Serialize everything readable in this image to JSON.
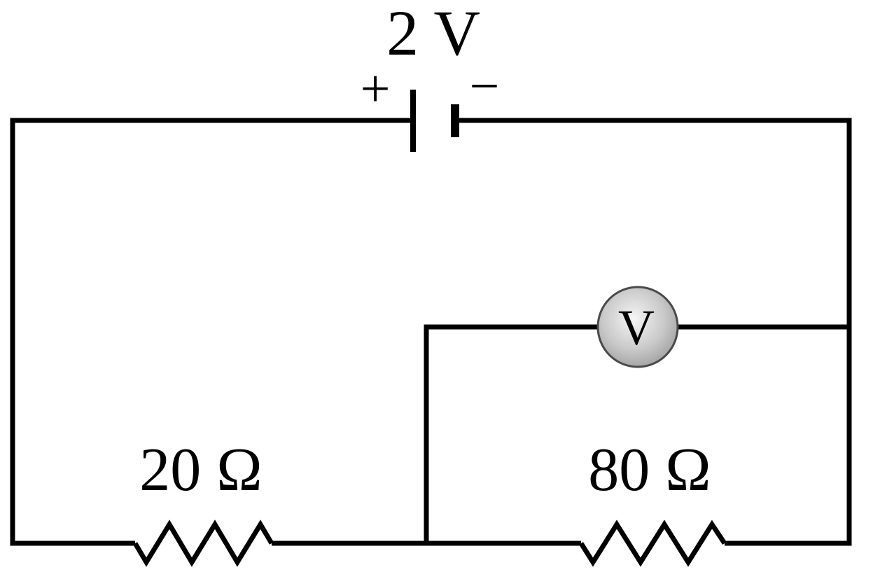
{
  "diagram": {
    "type": "circuit-schematic",
    "battery": {
      "voltage_label": "2 V",
      "positive_terminal": "+",
      "negative_terminal": "−"
    },
    "resistors": [
      {
        "label": "20 Ω",
        "ohms": 20
      },
      {
        "label": "80 Ω",
        "ohms": 80
      }
    ],
    "voltmeter": {
      "label": "V"
    },
    "colors": {
      "wire": "#000000",
      "text": "#000000",
      "meter_rim": "#4a4a4a",
      "meter_fill_inner": "#f5f5f5",
      "meter_fill_mid": "#c9c9c9",
      "meter_fill_outer": "#969696",
      "background": "#ffffff"
    }
  }
}
